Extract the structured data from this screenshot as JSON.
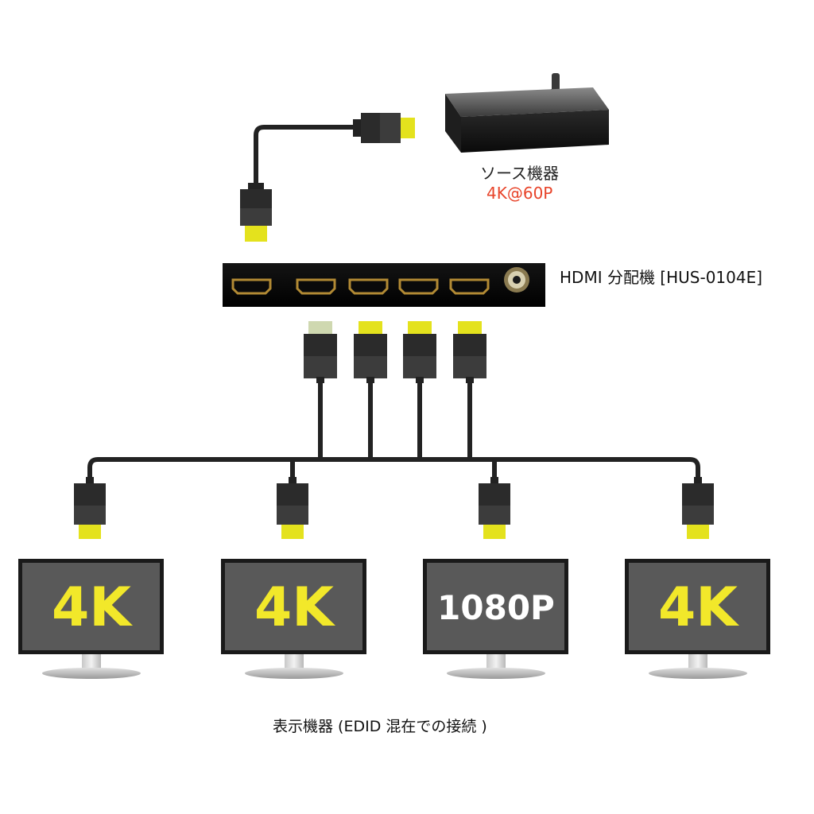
{
  "source": {
    "label": "ソース機器",
    "spec": "4K@60P",
    "spec_color": "#e8442a"
  },
  "splitter": {
    "label": "HDMI 分配機 [HUS-0104E]",
    "port_count": 4
  },
  "monitors": [
    {
      "resolution": "4K",
      "text_color": "#f2e82a"
    },
    {
      "resolution": "4K",
      "text_color": "#f2e82a"
    },
    {
      "resolution": "1080P",
      "text_color": "#ffffff"
    },
    {
      "resolution": "4K",
      "text_color": "#f2e82a"
    }
  ],
  "caption": "表示機器 (EDID 混在での接続 )",
  "colors": {
    "connector_tip": "#e4e21d",
    "cable": "#222222",
    "screen": "#595959",
    "bezel": "#1a1a1a"
  }
}
